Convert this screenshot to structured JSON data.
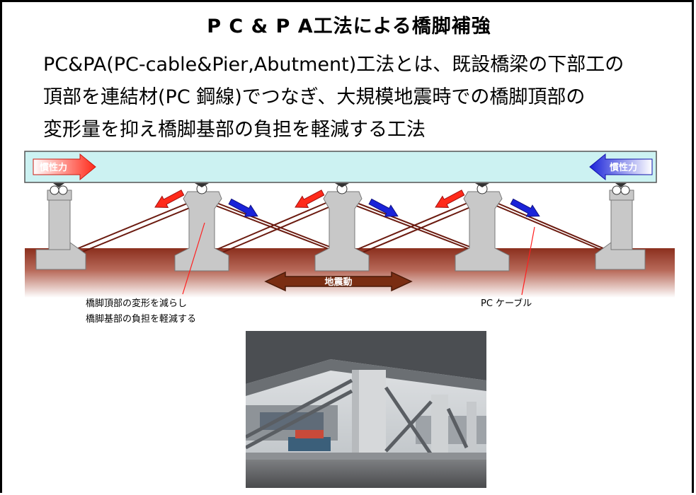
{
  "title": "P C & P A工法による橋脚補強",
  "description": {
    "line1": "PC&PA(PC-cable&Pier,Abutment)工法とは、既設橋梁の下部工の",
    "line2": "頂部を連結材(PC 鋼線)でつなぎ、大規模地震時での橋脚頂部の",
    "line3": "変形量を抑え橋脚基部の負担を軽減する工法"
  },
  "diagram": {
    "inertia_left": "慣性力",
    "inertia_right": "慣性力",
    "earthquake": "地震動",
    "note_line1": "橋脚頂部の変形を減らし",
    "note_line2": "橋脚基部の負担を軽減する",
    "cable_label": "PC ケーブル",
    "colors": {
      "deck": "#ccf2f2",
      "ground": "#8b2f1e",
      "pier": "#c8c8c8",
      "arrow_red": "#ff2a1a",
      "arrow_blue": "#1a23d9",
      "earthquake_arrow": "#7a2d12"
    }
  }
}
